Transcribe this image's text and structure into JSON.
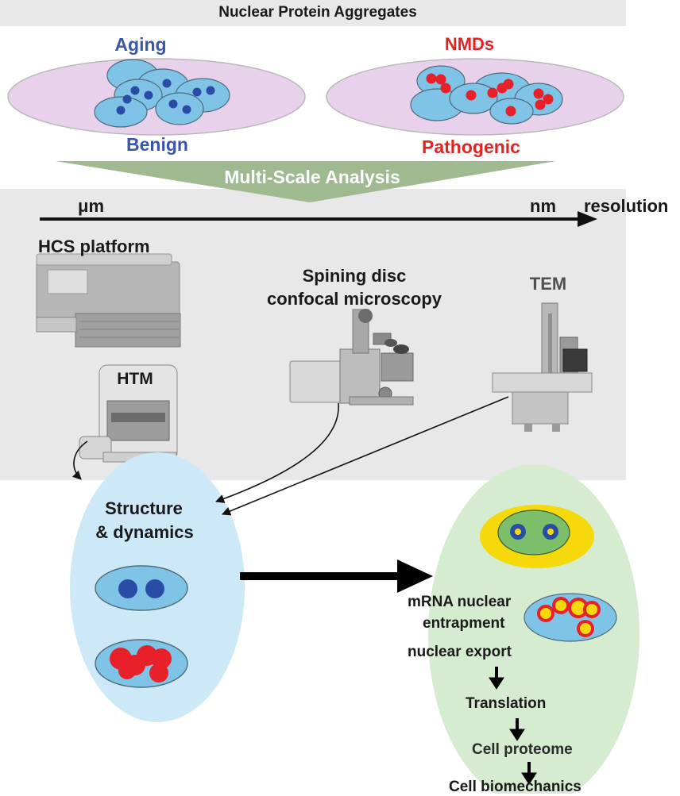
{
  "header": {
    "title": "Nuclear Protein Aggregates"
  },
  "aging": {
    "top_label": "Aging",
    "bottom_label": "Benign"
  },
  "nmds": {
    "top_label": "NMDs",
    "bottom_label": "Pathogenic"
  },
  "funnel": {
    "label": "Multi-Scale Analysis"
  },
  "resolution_axis": {
    "start_label": "μm",
    "end_label": "nm",
    "axis_label": "resolution"
  },
  "instruments": {
    "hcs": "HCS platform",
    "confocal_line1": "Spining disc",
    "confocal_line2": "confocal microscopy",
    "tem": "TEM",
    "htm": "HTM"
  },
  "left_oval": {
    "title_line1": "Structure",
    "title_line2": "& dynamics"
  },
  "right_oval": {
    "mrna_line1": "mRNA nuclear",
    "mrna_line2": "entrapment",
    "export": "nuclear export",
    "translation": "Translation",
    "proteome": "Cell proteome",
    "biomechanics": "Cell biomechanics"
  },
  "colors": {
    "blue_text": "#3a57a7",
    "red_text": "#e02424",
    "panel_grey": "#e8e8e8",
    "ellipse_pink": "#e8d1ea",
    "nucleus_blue": "#7fc3e6",
    "dot_blue": "#2b4ca5",
    "dot_red": "#e8202a",
    "funnel_green": "#9fba90",
    "left_oval": "#cde9f8",
    "right_oval": "#d6ecd0",
    "yellow": "#f5d90a"
  }
}
